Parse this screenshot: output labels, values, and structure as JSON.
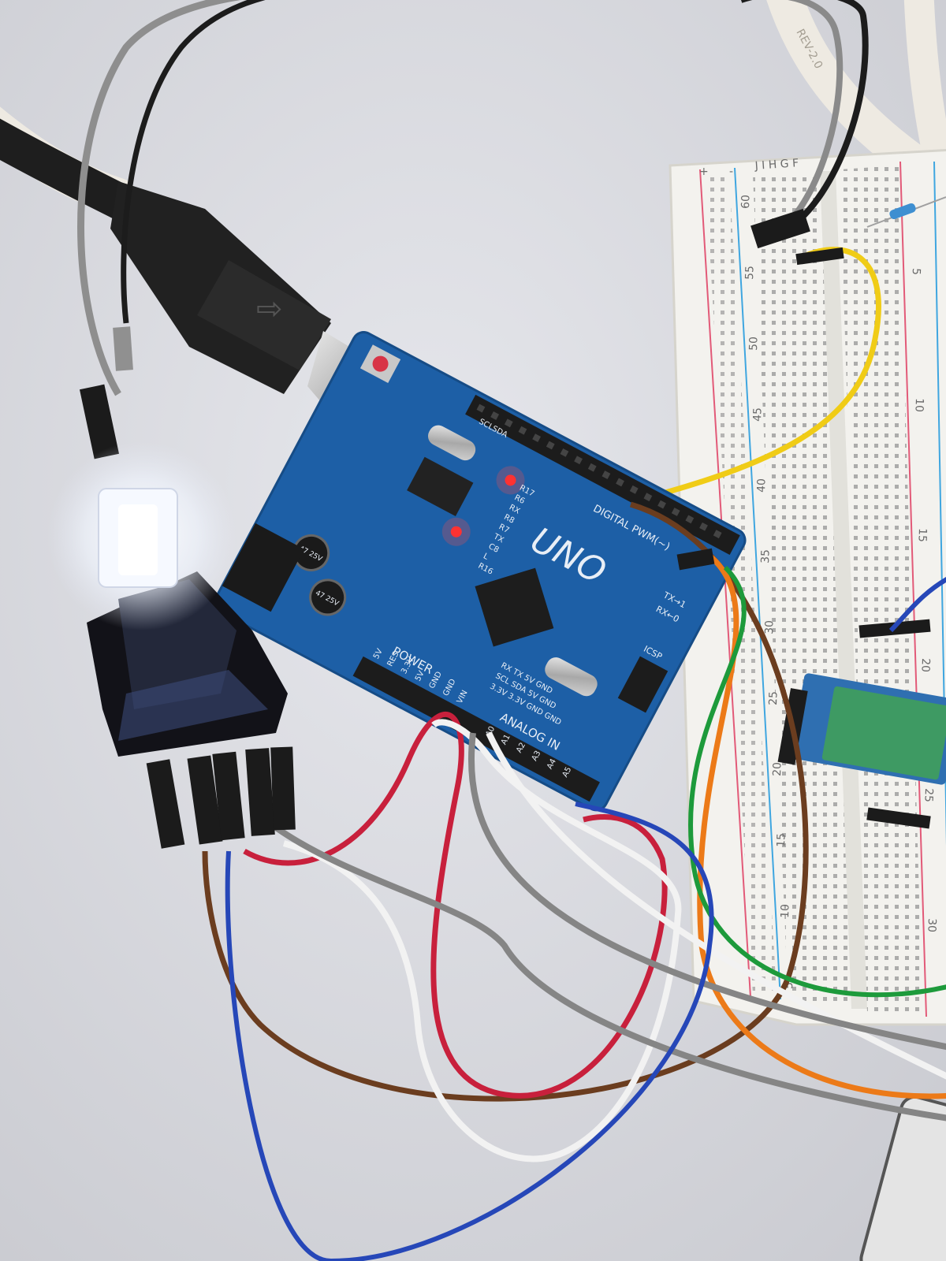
{
  "board": {
    "logo": "UNO",
    "digital_label": "DIGITAL PWM(~)",
    "power_label": "POWER",
    "analog_label": "ANALOG IN",
    "tx_label": "TX→1",
    "rx_label": "RX←0",
    "icsp_label": "ICSP",
    "power_pins": [
      "5V",
      "RES",
      "3.3V",
      "5V",
      "GND",
      "GND",
      "VIN"
    ],
    "analog_pins": [
      "A0",
      "A1",
      "A2",
      "A3",
      "A4",
      "A5"
    ],
    "header_row1": "RX  TX  5V  GND",
    "header_row2": "SCL SDA 5V  GND",
    "header_row3": "3.3V 3.3V GND GND",
    "cap1": "47 25V",
    "cap2": "47 25V",
    "top_left_labels": "SCLSDA",
    "led_labels": [
      "R17",
      "R6",
      "RX",
      "R8",
      "R7",
      "TX",
      "C8",
      "L",
      "R16"
    ]
  },
  "breadboard": {
    "numbers": [
      "60",
      "55",
      "50",
      "45",
      "40",
      "35",
      "30",
      "25",
      "20",
      "15",
      "10",
      "5"
    ],
    "right_numbers": [
      "5",
      "10",
      "15",
      "20",
      "25",
      "30"
    ],
    "row_letters": "J I H G F",
    "rail_plus": "+",
    "rail_minus": "-"
  },
  "cable": {
    "text": "REV-2.0"
  },
  "colors": {
    "background": "#dcdde2",
    "board": "#1d5fa6",
    "wire_red": "#c8203c",
    "wire_blue": "#2647b8",
    "wire_brown": "#6b3d1f",
    "wire_white": "#f2f2f2",
    "wire_gray": "#858585",
    "wire_yellow": "#f0cc16",
    "wire_orange": "#ec7a18",
    "wire_green": "#1d9a3b",
    "led_glow": "#ffffff"
  }
}
